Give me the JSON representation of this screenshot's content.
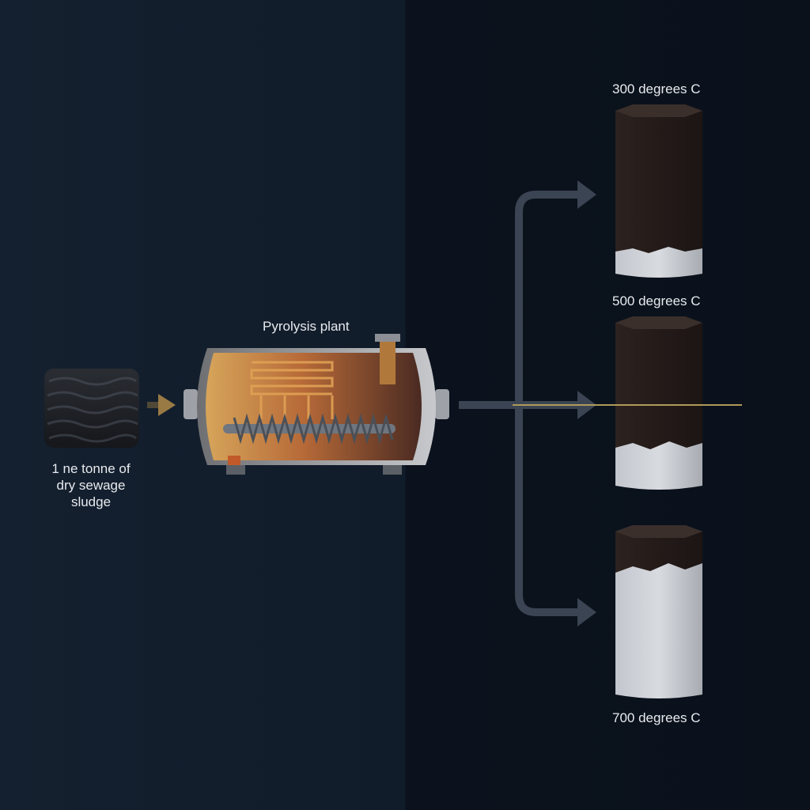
{
  "diagram": {
    "input_label": "1 ne tonne of\ndry sewage\nsludge",
    "plant_label": "Pyrolysis plant",
    "outputs": [
      {
        "temp_label": "300 degrees C"
      },
      {
        "temp_label": "500 degrees C"
      },
      {
        "temp_label": "700 degrees C"
      }
    ]
  },
  "colors": {
    "background_left": "#13202e",
    "background_right": "#0b121d",
    "arrow": "#3a4452",
    "char_dark": "#2a1f1c",
    "ash_light": "#c9cdd3",
    "heat_orange": "#d07a3a",
    "marker_line": "#b09a5a"
  }
}
